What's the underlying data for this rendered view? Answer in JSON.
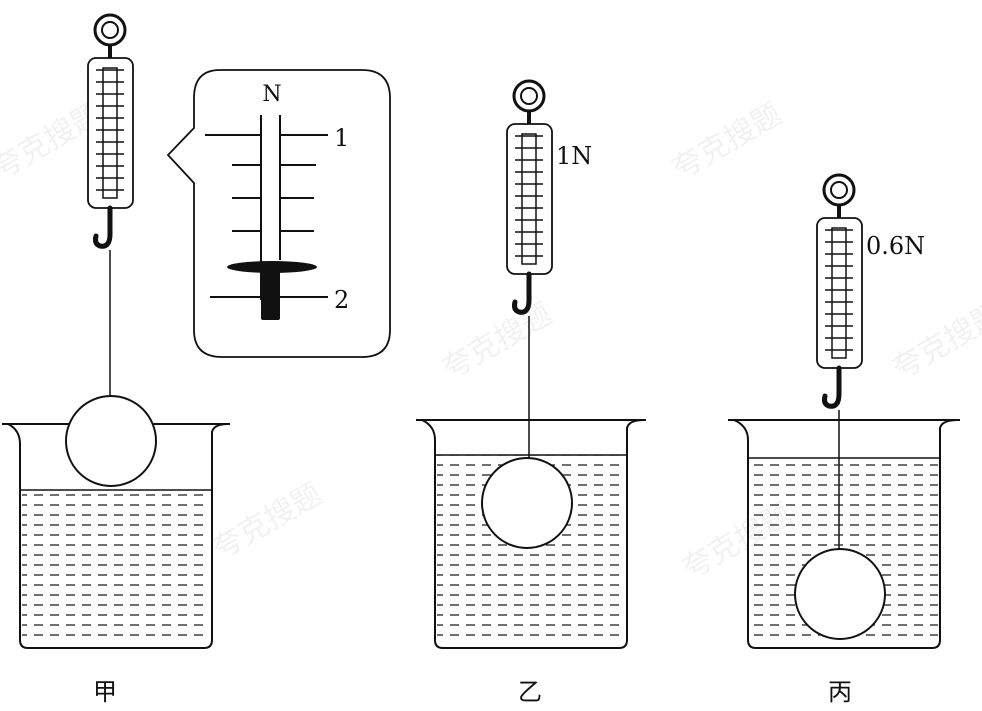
{
  "watermark": "夸克搜题",
  "panels": [
    {
      "label": "甲",
      "reading": ""
    },
    {
      "label": "乙",
      "reading": "1N"
    },
    {
      "label": "丙",
      "reading": "0.6N"
    }
  ],
  "zoom_callout": {
    "unit": "N",
    "tick_top": "1",
    "tick_bottom": "2"
  },
  "colors": {
    "ink": "#111111",
    "background": "#ffffff"
  }
}
